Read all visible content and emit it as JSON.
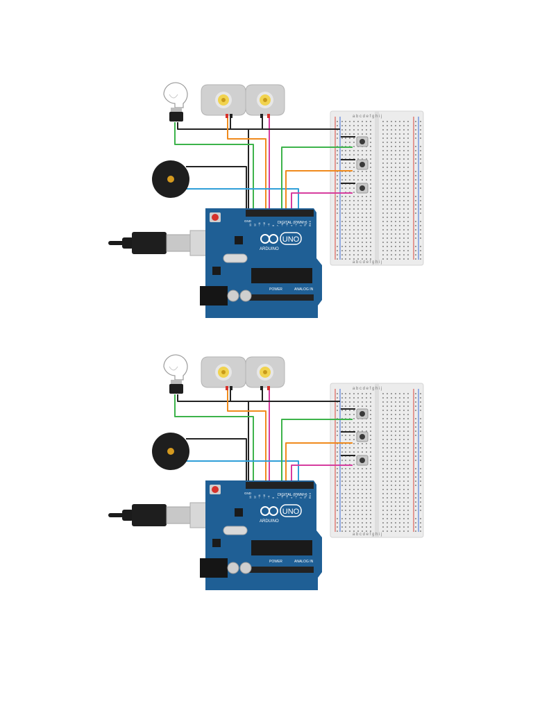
{
  "circuits": [
    {
      "board": {
        "brand": "ARDUINO",
        "model": "UNO",
        "digital_label": "DIGITAL (PWM~)",
        "power_label": "POWER",
        "analog_label": "ANALOG IN",
        "gnd_label": "GND",
        "pin_labels": [
          "13",
          "12",
          "~11",
          "~10",
          "~9",
          "8",
          "7",
          "~6",
          "~5",
          "4",
          "~3",
          "2",
          "TX 1",
          "RX 0"
        ]
      },
      "breadboard": {
        "column_letters_top": "a b c d e   f g h i j",
        "column_letters_bottom": "a b c d e   f g h i j",
        "button_count": 3
      },
      "components": [
        "light-bulb",
        "dc-motor",
        "dc-motor",
        "piezo-buzzer",
        "usb-cable"
      ],
      "wire_colors": {
        "black": "#222222",
        "green": "#3cb34a",
        "orange": "#f08a1c",
        "red": "#d6312b",
        "magenta": "#d63c9e",
        "blue": "#2f9fd8"
      }
    },
    {
      "board": {
        "brand": "ARDUINO",
        "model": "UNO",
        "digital_label": "DIGITAL (PWM~)",
        "power_label": "POWER",
        "analog_label": "ANALOG IN",
        "gnd_label": "GND",
        "pin_labels": [
          "13",
          "12",
          "~11",
          "~10",
          "~9",
          "8",
          "7",
          "~6",
          "~5",
          "4",
          "~3",
          "2",
          "TX 1",
          "RX 0"
        ]
      },
      "breadboard": {
        "column_letters_top": "a b c d e   f g h i j",
        "column_letters_bottom": "a b c d e   f g h i j",
        "button_count": 3
      },
      "components": [
        "light-bulb",
        "dc-motor",
        "dc-motor",
        "piezo-buzzer",
        "usb-cable"
      ],
      "wire_colors": {
        "black": "#222222",
        "green": "#3cb34a",
        "orange": "#f08a1c",
        "red": "#d6312b",
        "magenta": "#d63c9e",
        "blue": "#2f9fd8"
      }
    }
  ]
}
